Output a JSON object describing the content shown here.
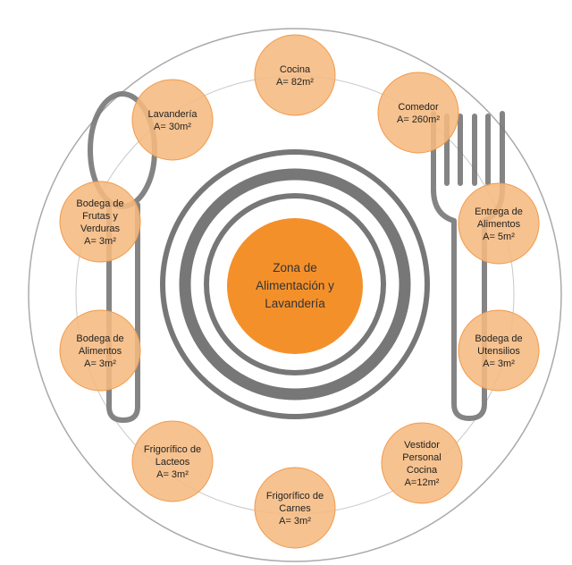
{
  "colors": {
    "node_fill": "#F5B97F",
    "node_stroke": "#F29A4B",
    "center_fill": "#F4902A",
    "plate_stroke": "#777777",
    "outer_ring": "#AAAAAA",
    "text": "#222222"
  },
  "icons": [
    "spoon-icon",
    "fork-icon",
    "plate-icon"
  ],
  "center": {
    "lines": [
      "Zona de",
      "Alimentación y",
      "Lavandería"
    ]
  },
  "nodes": [
    {
      "id": "cocina",
      "lines": [
        "Cocina",
        "A= 82m²"
      ]
    },
    {
      "id": "comedor",
      "lines": [
        "Comedor",
        "A= 260m²"
      ]
    },
    {
      "id": "entrega-de-alimentos",
      "lines": [
        "Entrega de",
        "Alimentos",
        "A= 5m²"
      ]
    },
    {
      "id": "bodega-de-utensilios",
      "lines": [
        "Bodega de",
        "Utensilios",
        "A= 3m²"
      ]
    },
    {
      "id": "vestidor-personal-cocina",
      "lines": [
        "Vestidor",
        "Personal",
        "Cocina",
        "A=12m²"
      ]
    },
    {
      "id": "frigorifico-de-carnes",
      "lines": [
        "Frigorífico de",
        "Carnes",
        "A= 3m²"
      ]
    },
    {
      "id": "frigorifico-de-lacteos",
      "lines": [
        "Frigorífico de",
        "Lacteos",
        "A= 3m²"
      ]
    },
    {
      "id": "bodega-de-alimentos",
      "lines": [
        "Bodega de",
        "Alimentos",
        "A= 3m²"
      ]
    },
    {
      "id": "bodega-de-frutas-y-verduras",
      "lines": [
        "Bodega de",
        "Frutas y",
        "Verduras",
        "A= 3m²"
      ]
    },
    {
      "id": "lavanderia",
      "lines": [
        "Lavandería",
        "A= 30m²"
      ]
    }
  ]
}
